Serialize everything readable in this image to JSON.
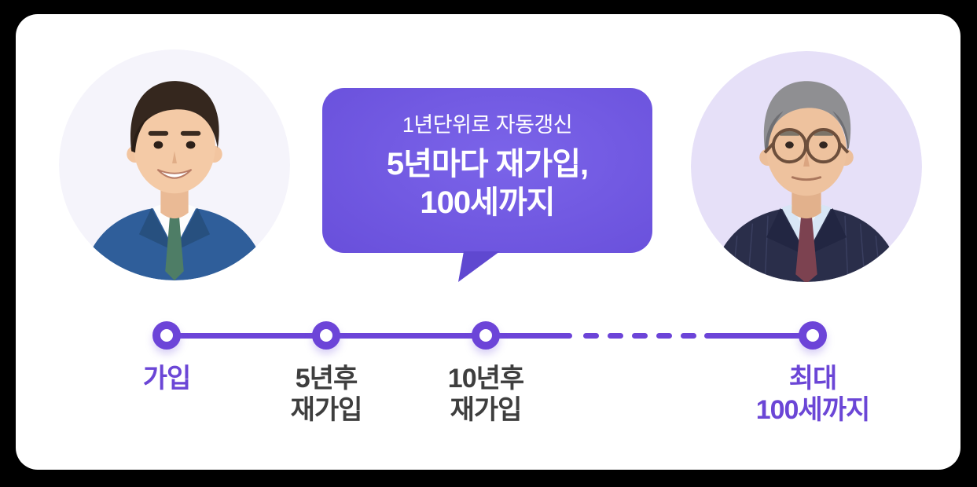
{
  "page": {
    "background_color": "#000000",
    "card_background_color": "#ffffff"
  },
  "people": {
    "young": {
      "portrait": "young-man-in-blue-suit",
      "circle_color": "#f5f4fb"
    },
    "senior": {
      "portrait": "senior-man-with-glasses",
      "circle_color": "#e6e0f8"
    }
  },
  "bubble": {
    "line1": "1년단위로 자동갱신",
    "line2": "5년마다 재가입,",
    "line3": "100세까지",
    "background_color": "#6a51dc",
    "text_color": "#ffffff"
  },
  "timeline": {
    "accent_color": "#6c44d8",
    "label_accent_color": "#6b46d6",
    "label_default_color": "#3e3e3e",
    "nodes": [
      {
        "lines": [
          "가입"
        ],
        "accent": true
      },
      {
        "lines": [
          "5년후",
          "재가입"
        ],
        "accent": false
      },
      {
        "lines": [
          "10년후",
          "재가입"
        ],
        "accent": false
      },
      {
        "lines": [
          "최대",
          "100세까지"
        ],
        "accent": true
      }
    ]
  }
}
